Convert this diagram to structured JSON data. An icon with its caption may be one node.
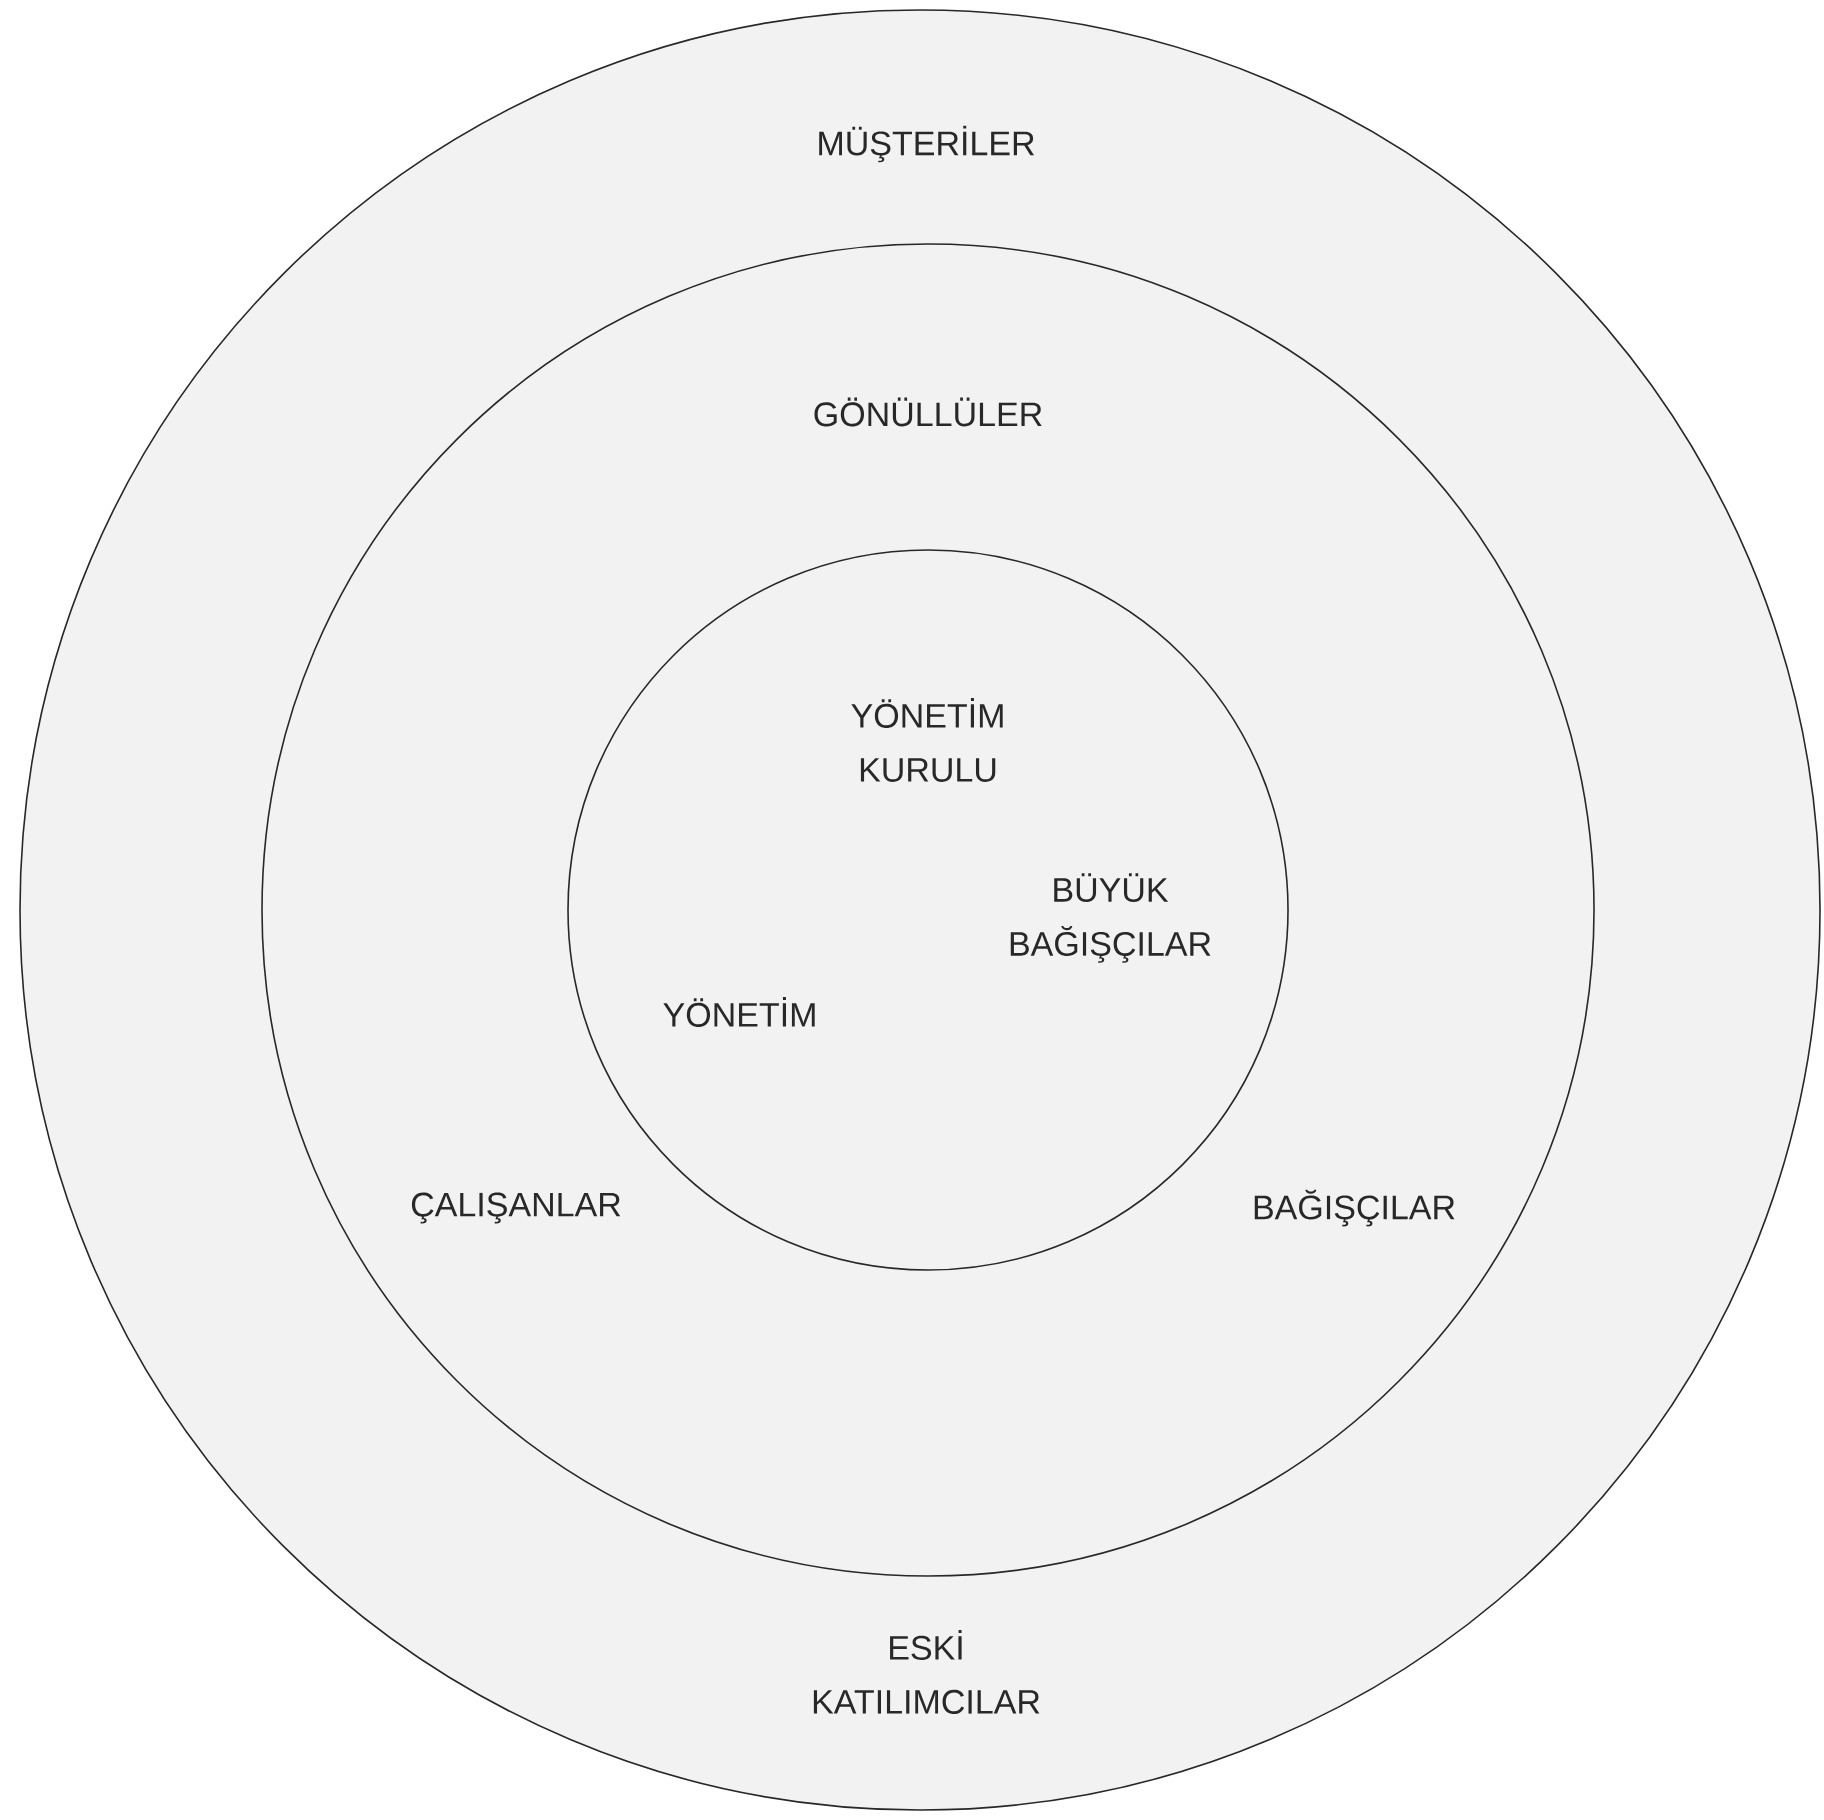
{
  "diagram": {
    "nodes": [
      {
        "text": [
          "MÜŞTERİLER",
          "ESKİ KATILIMCILAR"
        ]
      },
      {
        "text": [
          "GÖNÜLLÜLER",
          "ÇALIŞANLAR",
          "BAĞIŞÇILAR"
        ],
        "in": 0
      },
      {
        "text": [
          "YÖNETİM KURULU",
          "BÜYÜK BAĞIŞÇILAR",
          "YÖNETİM"
        ],
        "in": 1
      }
    ]
  }
}
